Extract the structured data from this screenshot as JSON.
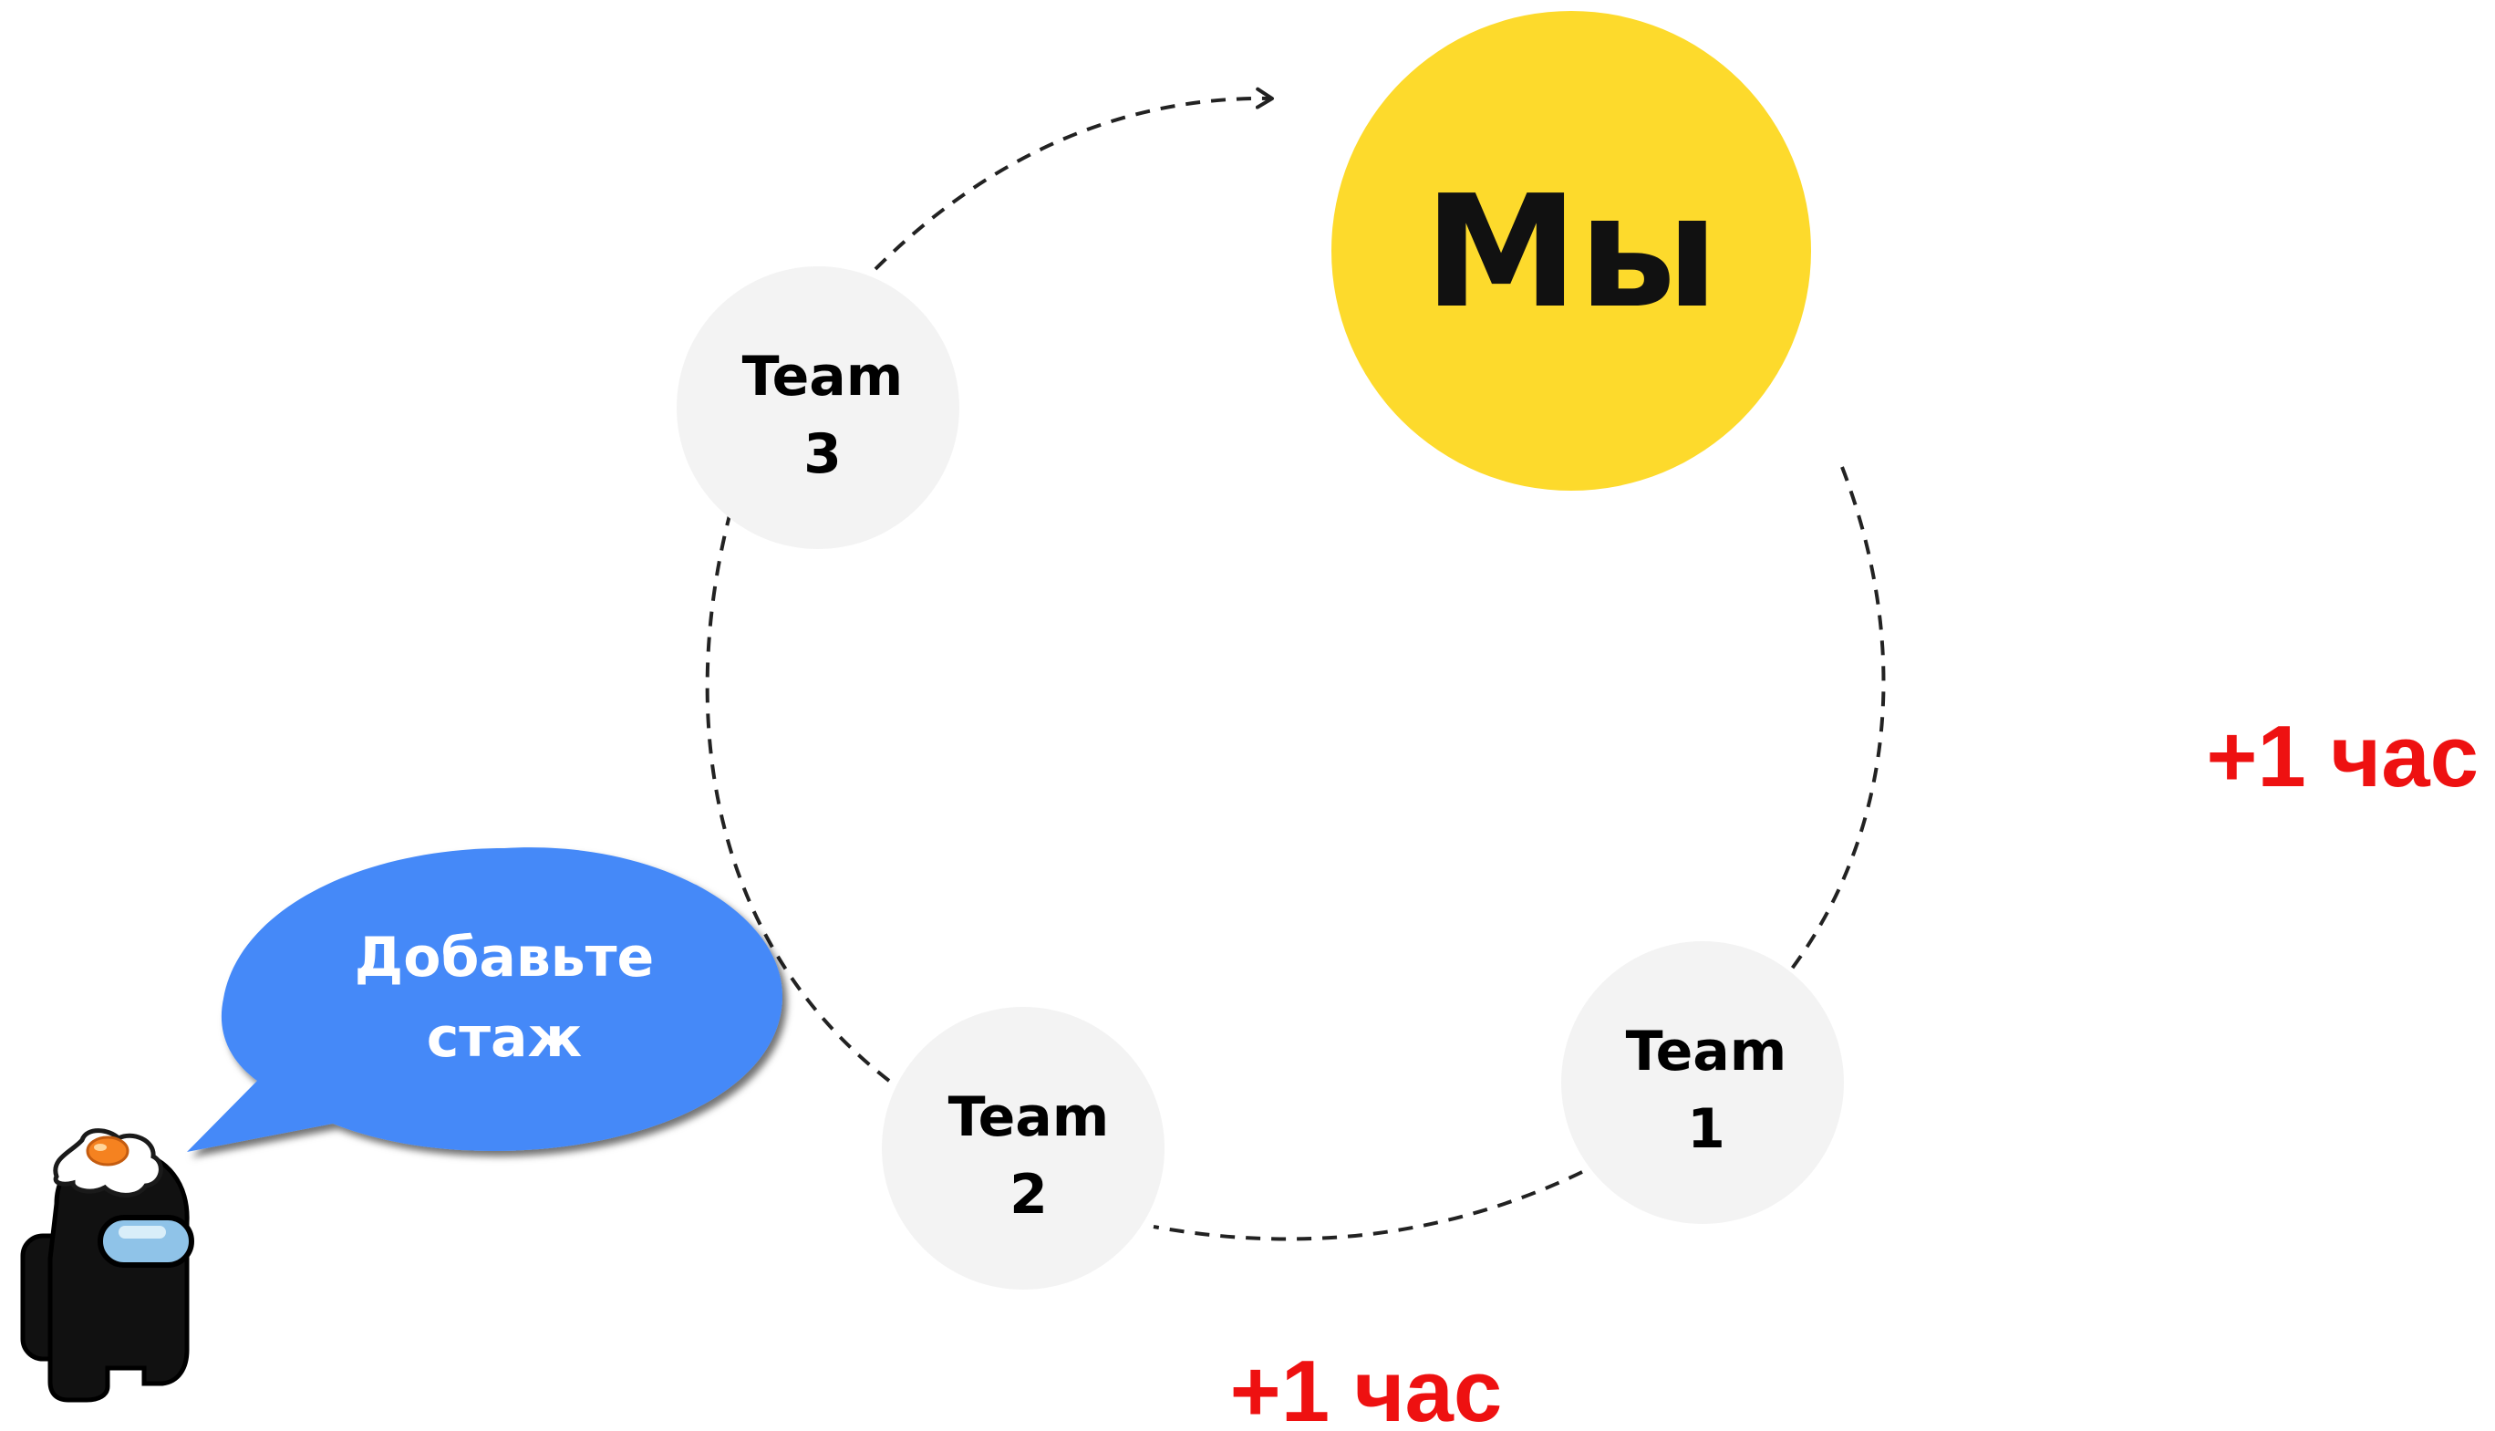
{
  "diagram": {
    "main_node": {
      "label": "Мы",
      "color": "#FDDA2C"
    },
    "team_nodes": [
      {
        "line1": "Team",
        "line2": "1"
      },
      {
        "line1": "Team",
        "line2": "2"
      },
      {
        "line1": "Team",
        "line2": "3"
      }
    ],
    "team_node_color": "#F3F3F3",
    "time_labels": [
      {
        "text": "+1 час"
      },
      {
        "text": "+1 час"
      }
    ],
    "time_label_color": "#EE1111",
    "speech_bubble": {
      "line1": "Добавьте",
      "line2": "стаж",
      "color": "#4489F8"
    },
    "character": {
      "icon": "crewmate-with-fried-egg-hat-icon",
      "body_color": "#111111",
      "visor_color": "#8FC3E8",
      "egg_yolk_color": "#F58220"
    }
  }
}
